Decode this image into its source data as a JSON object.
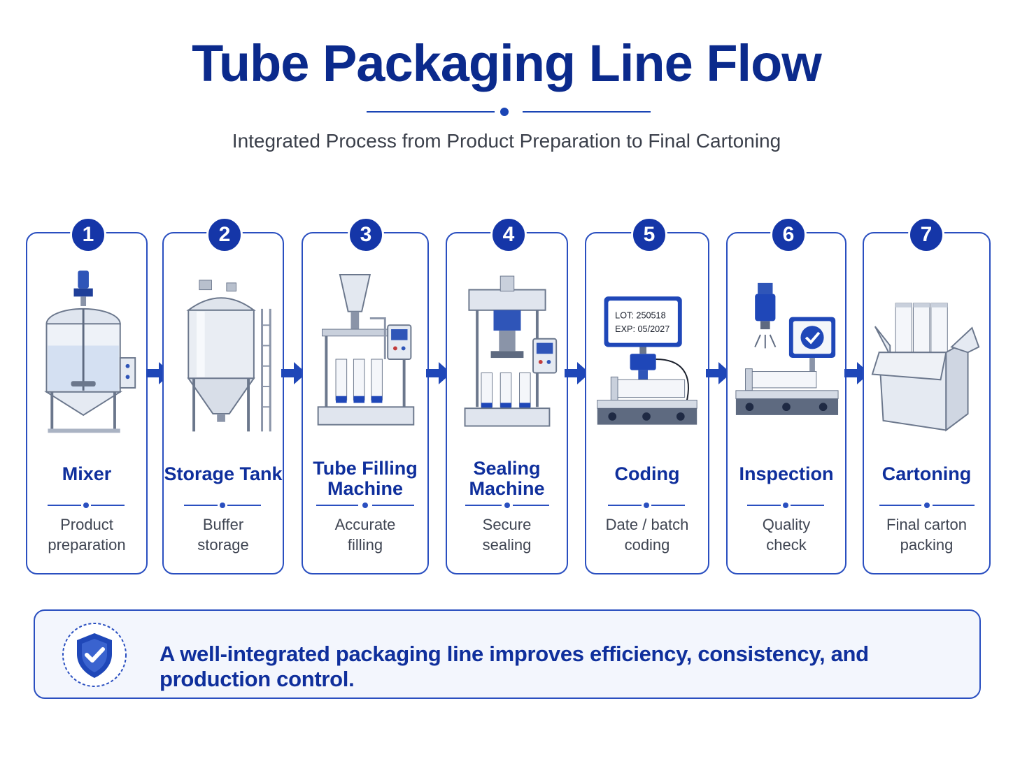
{
  "header": {
    "title": "Tube Packaging Line Flow",
    "subtitle": "Integrated Process from Product Preparation to Final Cartoning"
  },
  "steps": [
    {
      "number": "1",
      "title": "Mixer",
      "desc_line1": "Product",
      "desc_line2": "preparation",
      "icon": "mixer-icon"
    },
    {
      "number": "2",
      "title": "Storage Tank",
      "desc_line1": "Buffer",
      "desc_line2": "storage",
      "icon": "storage-tank-icon"
    },
    {
      "number": "3",
      "title_line1": "Tube Filling",
      "title_line2": "Machine",
      "desc_line1": "Accurate",
      "desc_line2": "filling",
      "icon": "tube-filling-machine-icon"
    },
    {
      "number": "4",
      "title_line1": "Sealing",
      "title_line2": "Machine",
      "desc_line1": "Secure",
      "desc_line2": "sealing",
      "icon": "sealing-machine-icon"
    },
    {
      "number": "5",
      "title": "Coding",
      "desc_line1": "Date / batch",
      "desc_line2": "coding",
      "icon": "coding-printer-icon",
      "screen_line1": "LOT: 250518",
      "screen_line2": "EXP: 05/2027"
    },
    {
      "number": "6",
      "title": "Inspection",
      "desc_line1": "Quality",
      "desc_line2": "check",
      "icon": "inspection-camera-icon"
    },
    {
      "number": "7",
      "title": "Cartoning",
      "desc_line1": "Final carton",
      "desc_line2": "packing",
      "icon": "carton-box-icon"
    }
  ],
  "footer": {
    "text": "A well-integrated packaging line improves efficiency, consistency, and production control.",
    "icon": "shield-check-icon"
  },
  "colors": {
    "primary": "#0f2f9c",
    "accent": "#2a4fc0",
    "badge": "#1536a8",
    "footer_bg": "#f3f6fd"
  }
}
